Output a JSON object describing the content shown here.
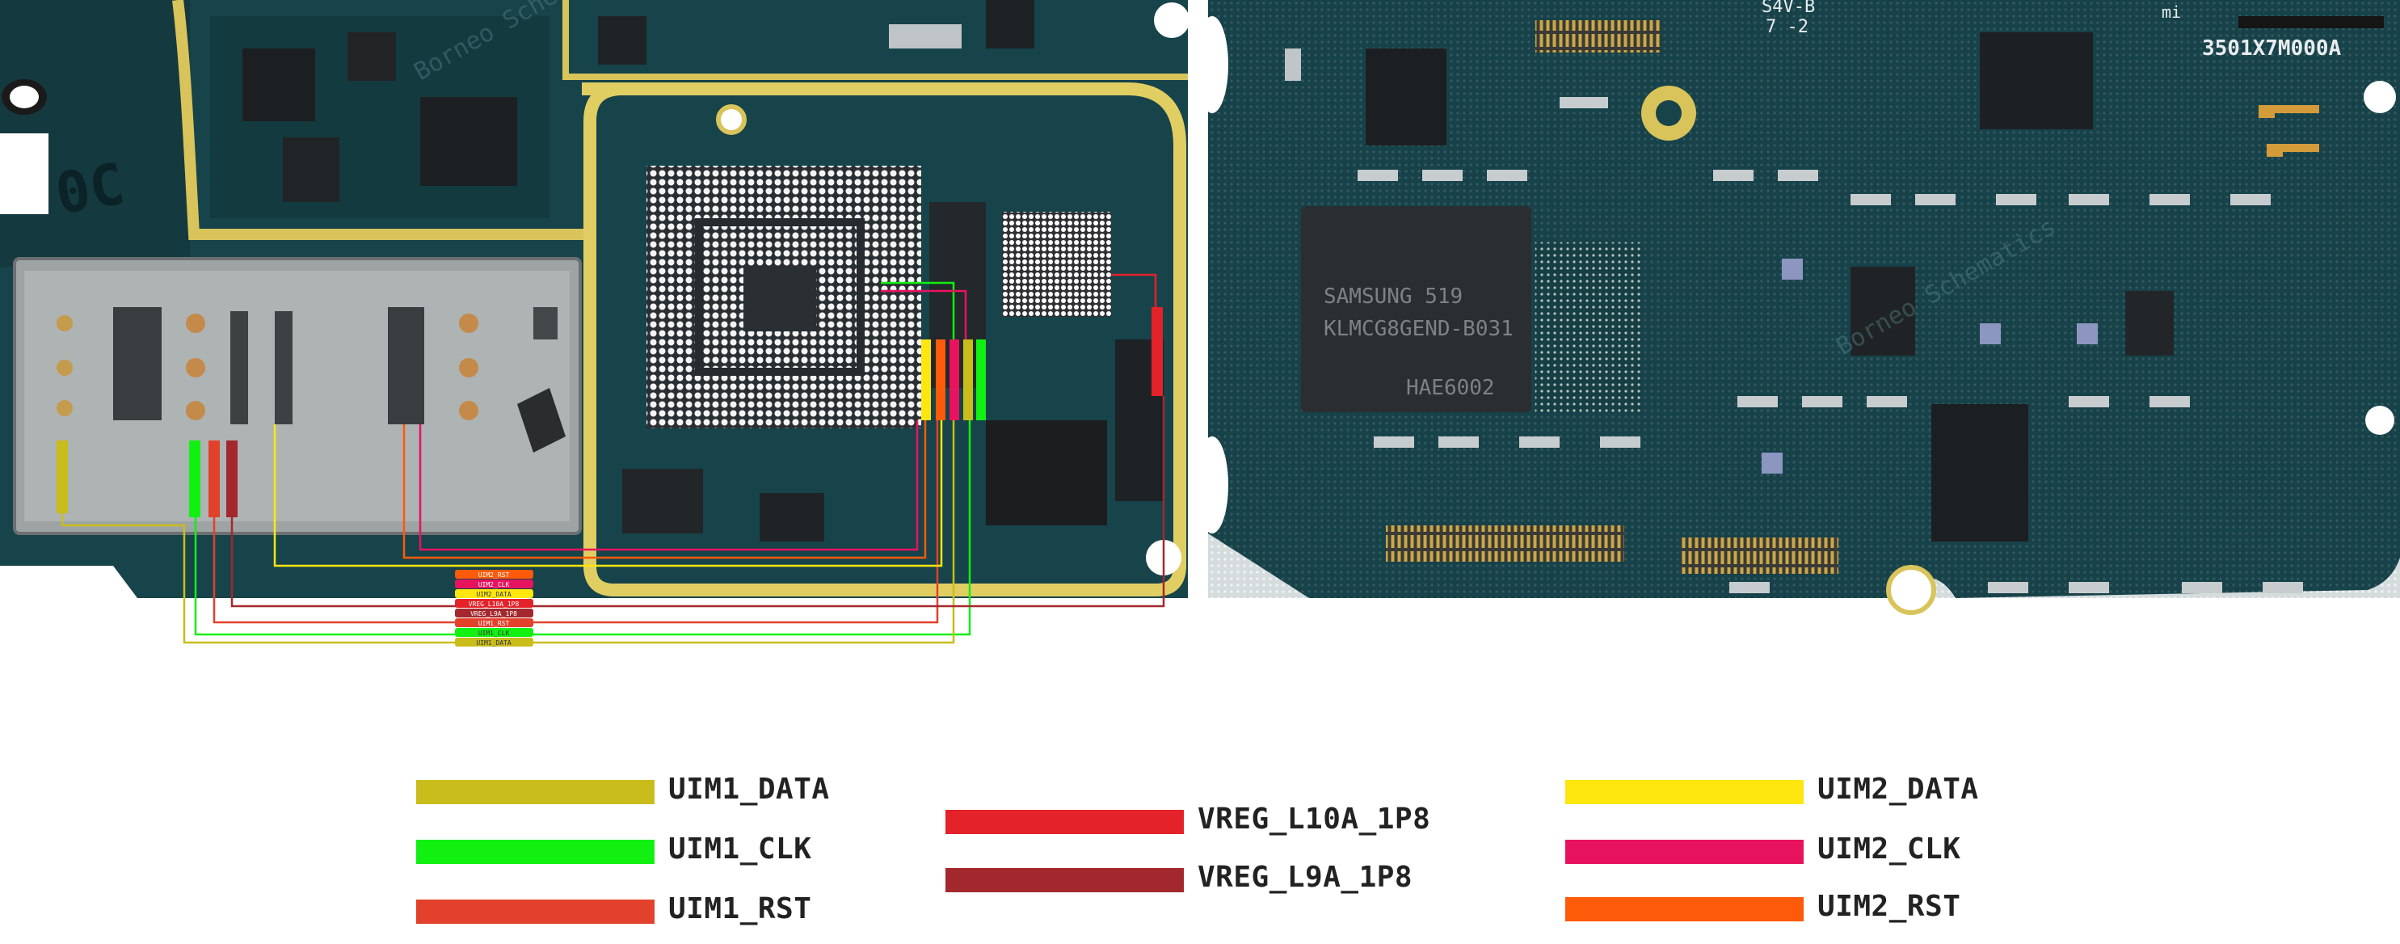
{
  "board": {
    "left_label": "0C",
    "watermark": "Borneo Schematics",
    "chip_mark_line1": "SAMSUNG   519",
    "chip_mark_line2": "KLMCG8GEND-B031",
    "chip_mark_line3": "HAE6002",
    "board_code": "3501X7M000A",
    "brand_mark": "mi",
    "top_code_line1": "S4V-B",
    "top_code_line2": "7 -2",
    "net_tags": [
      "UIM2_RST",
      "UIM2_CLK",
      "UIM2_DATA",
      "VREG_L10A_1P8",
      "VREG_L9A_1P8",
      "UIM1_RST",
      "UIM1_CLK",
      "UIM1_DATA"
    ]
  },
  "legend": [
    {
      "label": "UIM1_DATA",
      "color": "#c9bd1c"
    },
    {
      "label": "UIM1_CLK",
      "color": "#12f012"
    },
    {
      "label": "UIM1_RST",
      "color": "#e2412c"
    },
    {
      "label": "VREG_L10A_1P8",
      "color": "#e3222a"
    },
    {
      "label": "VREG_L9A_1P8",
      "color": "#a3282d"
    },
    {
      "label": "UIM2_DATA",
      "color": "#fde70f"
    },
    {
      "label": "UIM2_CLK",
      "color": "#e8135f"
    },
    {
      "label": "UIM2_RST",
      "color": "#fd5a09"
    }
  ]
}
